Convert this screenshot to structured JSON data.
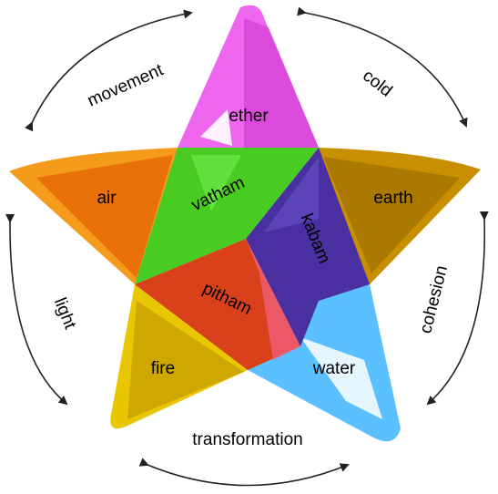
{
  "elements": {
    "ether": "ether",
    "air": "air",
    "earth": "earth",
    "fire": "fire",
    "water": "water"
  },
  "doshas": {
    "vatham": "vatham",
    "pitham": "pitham",
    "kabam": "kabam"
  },
  "qualities": {
    "movement": "movement",
    "cold": "cold",
    "light": "light",
    "cohesion": "cohesion",
    "transformation": "transformation"
  },
  "colors": {
    "ether": "#ee66ee",
    "air": "#ee8800",
    "earth": "#bb8800",
    "fire": "#ddbb00",
    "water": "#55bbff",
    "vatham": "#44cc22",
    "pitham": "#dd4411",
    "kabam": "#4433aa"
  }
}
